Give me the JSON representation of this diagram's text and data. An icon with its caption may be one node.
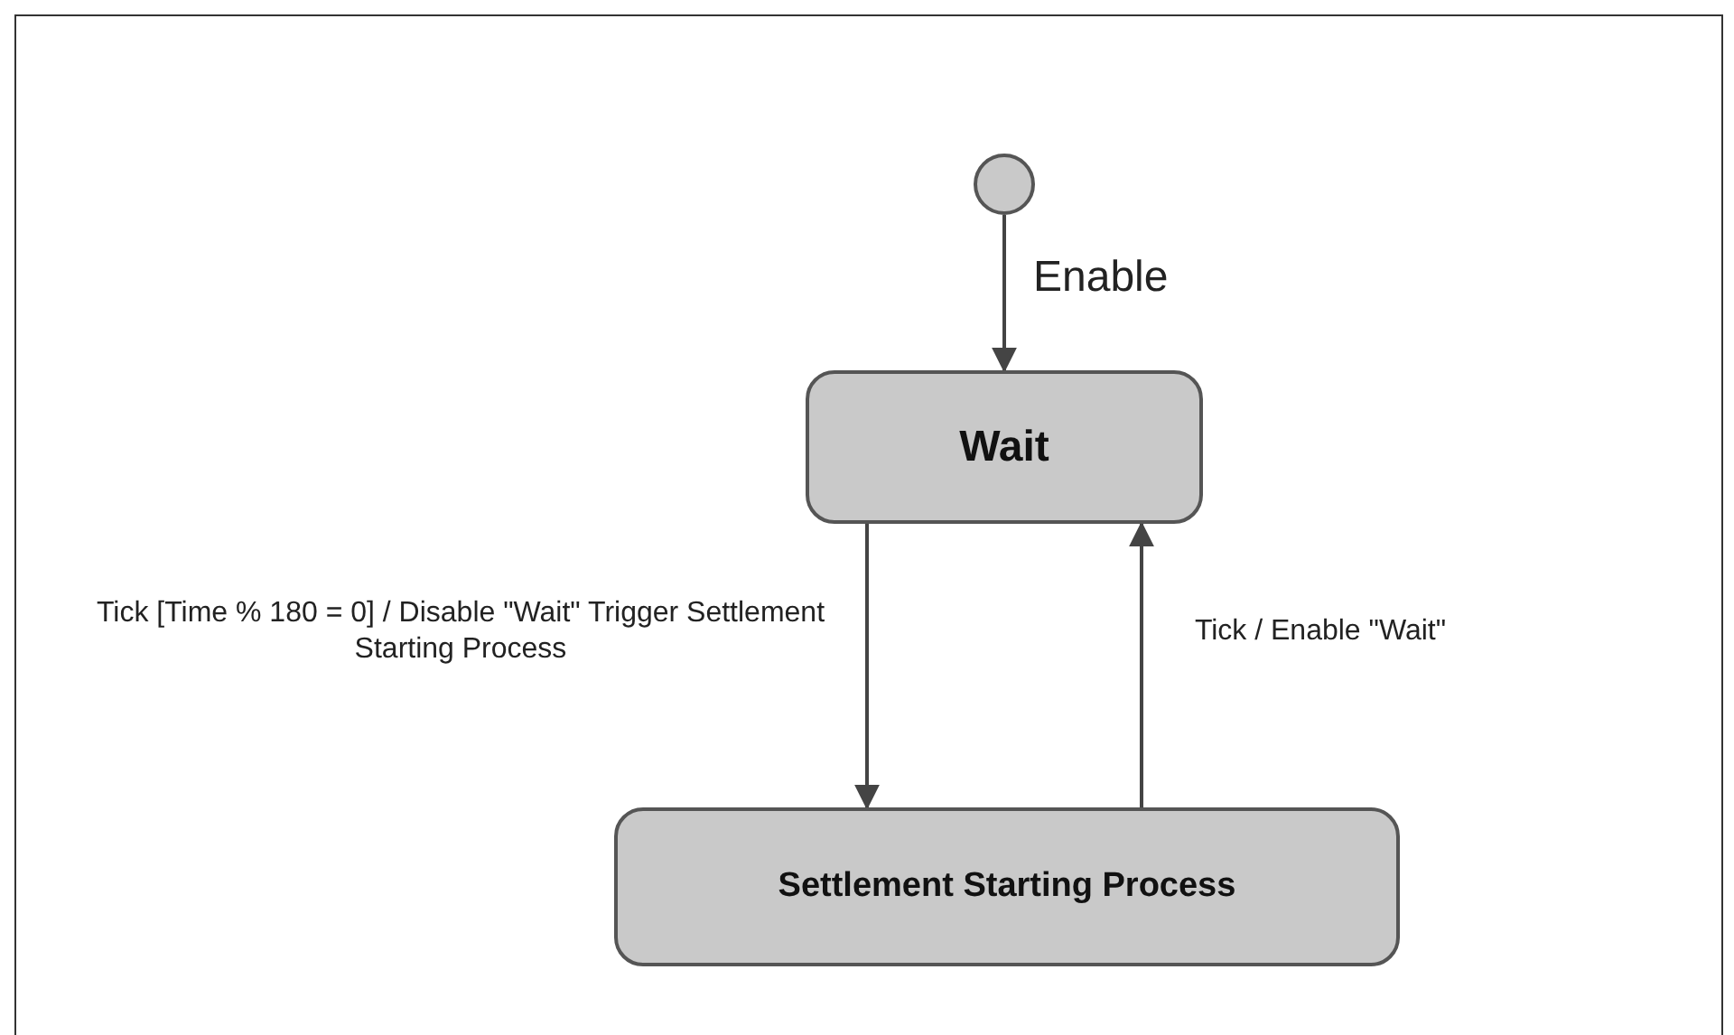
{
  "diagram": {
    "nodes": [
      {
        "text": [],
        "shape": "circle"
      },
      {
        "text": [
          "Wait"
        ]
      },
      {
        "text": [
          "Settlement Starting Process"
        ]
      }
    ],
    "edges": [
      {
        "from": 0,
        "to": 1,
        "arrow": "to",
        "label": "Enable"
      },
      {
        "from": 1,
        "to": 2,
        "arrow": "to",
        "label": "Tick [Time % 180 = 0] / Disable \"Wait\" Trigger Settlement Starting Process"
      },
      {
        "from": 2,
        "to": 1,
        "arrow": "to",
        "label": "Tick / Enable \"Wait\""
      }
    ]
  }
}
